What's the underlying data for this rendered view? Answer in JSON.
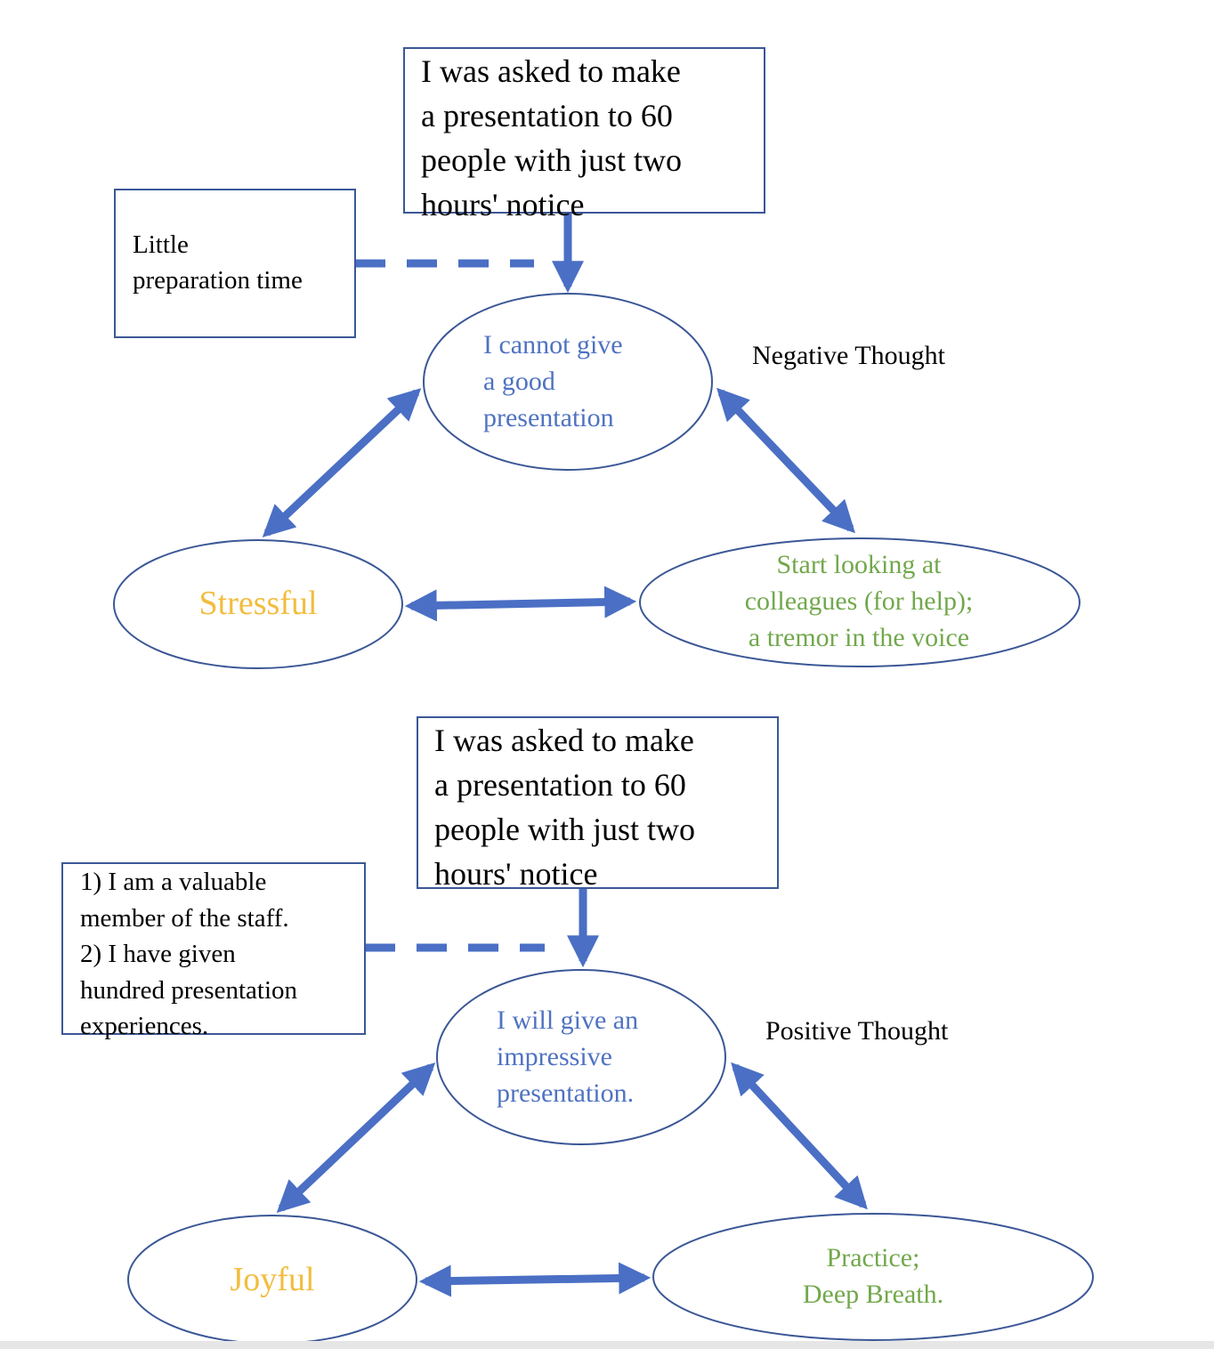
{
  "colors": {
    "arrow": "#4a6fc4",
    "shape_border": "#3b5796",
    "thought_text": "#4f72c2",
    "emotion_text": "#f2bd3e",
    "behavior_text": "#72a84c"
  },
  "top_diagram": {
    "event": "I was asked to make\na presentation to 60\npeople with just two\nhours' notice",
    "evidence": "Little\npreparation time",
    "thought": "I cannot give\na good\npresentation",
    "thought_label": "Negative Thought",
    "emotion": "Stressful",
    "behavior": "Start looking at\ncolleagues (for help);\na tremor in the voice"
  },
  "bottom_diagram": {
    "event": "I was asked to make\na presentation to 60\npeople with just two\nhours' notice",
    "evidence": "1) I am a valuable\nmember of the staff.\n2) I have given\nhundred presentation\nexperiences.",
    "thought": "I will give an\nimpressive\npresentation.",
    "thought_label": "Positive Thought",
    "emotion": "Joyful",
    "behavior": "Practice;\nDeep Breath."
  }
}
